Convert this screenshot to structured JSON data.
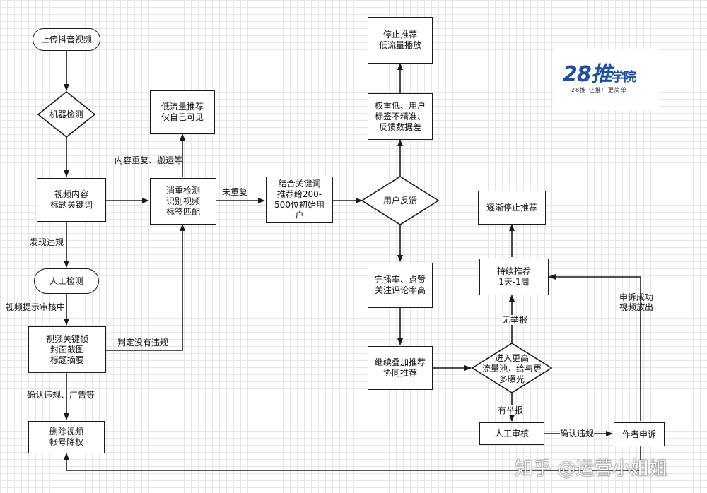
{
  "nodes": {
    "upload": "上传抖音视频",
    "machine_check": "机器检测",
    "video_content": "视频内容\n标题关键词",
    "manual_check": "人工检测",
    "keyframe": "视频关键帧\n封面截图\n标题摘要",
    "delete": "删除视频\n帐号降权",
    "low_flow": "低流量推荐\n仅自己可见",
    "dedup": "消重检测\n识别视频\n标签匹配",
    "combine_keywords": "结合关键词\n推荐给200-\n500位初始用\n户",
    "user_feedback": "用户反馈",
    "stop_recommend": "停止推荐\n低流量播放",
    "low_weight": "权重低、用户\n标签不精准、\n反馈数据差",
    "high_rate": "完播率、点赞\n关注评论率高",
    "continue_boost": "继续叠加推荐\n协同推荐",
    "higher_pool": "进入更高\n流量池，给与更\n多曝光",
    "gradual_stop": "逐渐停止推荐",
    "sustain": "持续推荐\n1天-1周",
    "manual_review": "人工审核",
    "author_appeal": "作者申诉"
  },
  "edge_labels": {
    "found_violation": "发现违规",
    "video_under_review": "视频提示审核中",
    "confirm_violation_ads": "确认违规、广告等",
    "judged_no_violation": "判定没有违规",
    "duplicate_content": "内容重复、搬运等",
    "not_duplicate": "未重复",
    "no_report": "无举报",
    "has_report": "有举报",
    "confirm_violation": "确认违规",
    "appeal_success": "申诉成功\n视频放出"
  },
  "logo": {
    "number": "28",
    "brand": "推",
    "suffix": "学院",
    "slogan": "28推 让推广更简单"
  },
  "watermark": "知乎 @运营小姐姐",
  "colors": {
    "stroke": "#1a1a1a",
    "grid": "#e6e6e6",
    "logo_blue": "#1e4f9c"
  }
}
